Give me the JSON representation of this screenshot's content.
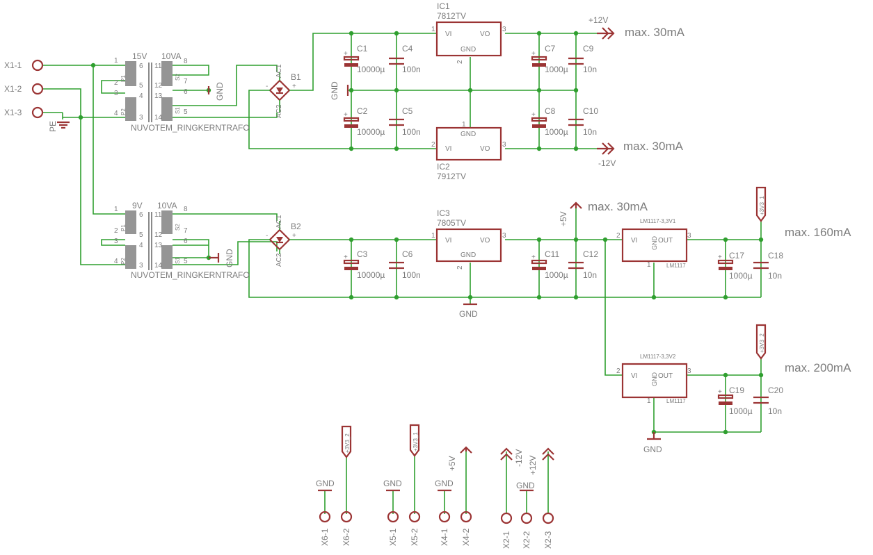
{
  "connectors_in": {
    "x1_1": "X1-1",
    "x1_2": "X1-2",
    "x1_3": "X1-3",
    "pe": "PE"
  },
  "transformers": {
    "t1": {
      "primary": "15V",
      "rating": "10VA",
      "name": "NUVOTEM_RINGKERNTRAFO"
    },
    "t2": {
      "primary": "9V",
      "rating": "10VA",
      "name": "NUVOTEM_RINGKERNTRAFO"
    },
    "p1": "P1",
    "p2": "P2",
    "s1": "S1",
    "s2": "S2"
  },
  "rectifiers": {
    "b1": "B1",
    "b2": "B2",
    "ac1": "AC1",
    "ac2": "AC2",
    "plus": "+",
    "minus": "-"
  },
  "regulators": {
    "ic1": {
      "name": "IC1",
      "part": "7812TV"
    },
    "ic2": {
      "name": "IC2",
      "part": "7912TV"
    },
    "ic3": {
      "name": "IC3",
      "part": "7805TV"
    },
    "ldo1": {
      "name": "LM1117-3,3V1",
      "part": "LM1117"
    },
    "ldo2": {
      "name": "LM1117-3,3V2",
      "part": "LM1117"
    },
    "vi": "VI",
    "vo": "VO",
    "gnd": "GND",
    "out": "OUT"
  },
  "caps": {
    "c1": "C1",
    "c2": "C2",
    "c3": "C3",
    "c4": "C4",
    "c5": "C5",
    "c6": "C6",
    "c7": "C7",
    "c8": "C8",
    "c9": "C9",
    "c10": "C10",
    "c11": "C11",
    "c12": "C12",
    "c17": "C17",
    "c18": "C18",
    "c19": "C19",
    "c20": "C20",
    "v10000": "10000µ",
    "v1000": "1000µ",
    "v100n": "100n",
    "v10n": "10n"
  },
  "rails": {
    "p12": "+12V",
    "m12": "-12V",
    "p5": "+5V",
    "p3v3_1": "+3V3_1",
    "p3v3_2": "+3V3_2",
    "gnd": "GND"
  },
  "current_labels": {
    "i30": "max. 30mA",
    "i160": "max. 160mA",
    "i200": "max. 200mA"
  },
  "connectors_out": {
    "x6_1": "X6-1",
    "x6_2": "X6-2",
    "x5_1": "X5-1",
    "x5_2": "X5-2",
    "x4_1": "X4-1",
    "x4_2": "X4-2",
    "x2_1": "X2-1",
    "x2_2": "X2-2",
    "x2_3": "X2-3"
  },
  "colors": {
    "wire": "#2f9f2f",
    "symbol": "#9b3434",
    "text": "#7c7c7c"
  }
}
